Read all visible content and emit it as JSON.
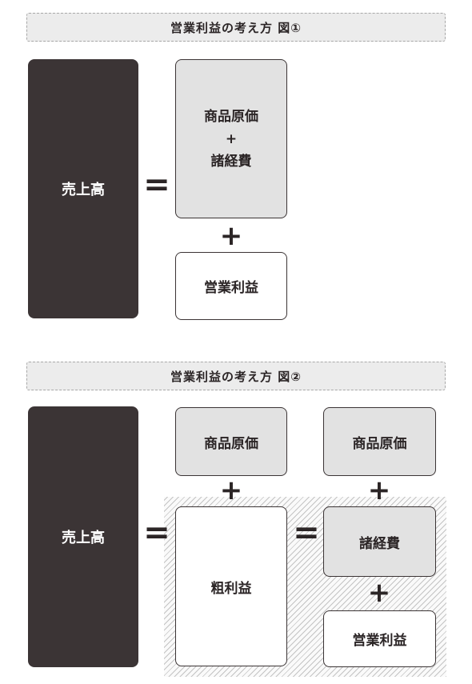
{
  "figure1": {
    "title": "営業利益の考え方 図①",
    "revenue": "売上高",
    "equals": "=",
    "cost_line1": "商品原価",
    "cost_plus": "+",
    "cost_line3": "諸経費",
    "plus": "+",
    "operating_profit": "営業利益"
  },
  "figure2": {
    "title": "営業利益の考え方 図②",
    "revenue": "売上高",
    "equals1": "=",
    "cogs_left": "商品原価",
    "plus_left": "+",
    "gross_profit": "粗利益",
    "equals2": "=",
    "cogs_right": "商品原価",
    "plus_right1": "+",
    "expenses": "諸経費",
    "plus_right2": "+",
    "operating_profit": "営業利益"
  }
}
